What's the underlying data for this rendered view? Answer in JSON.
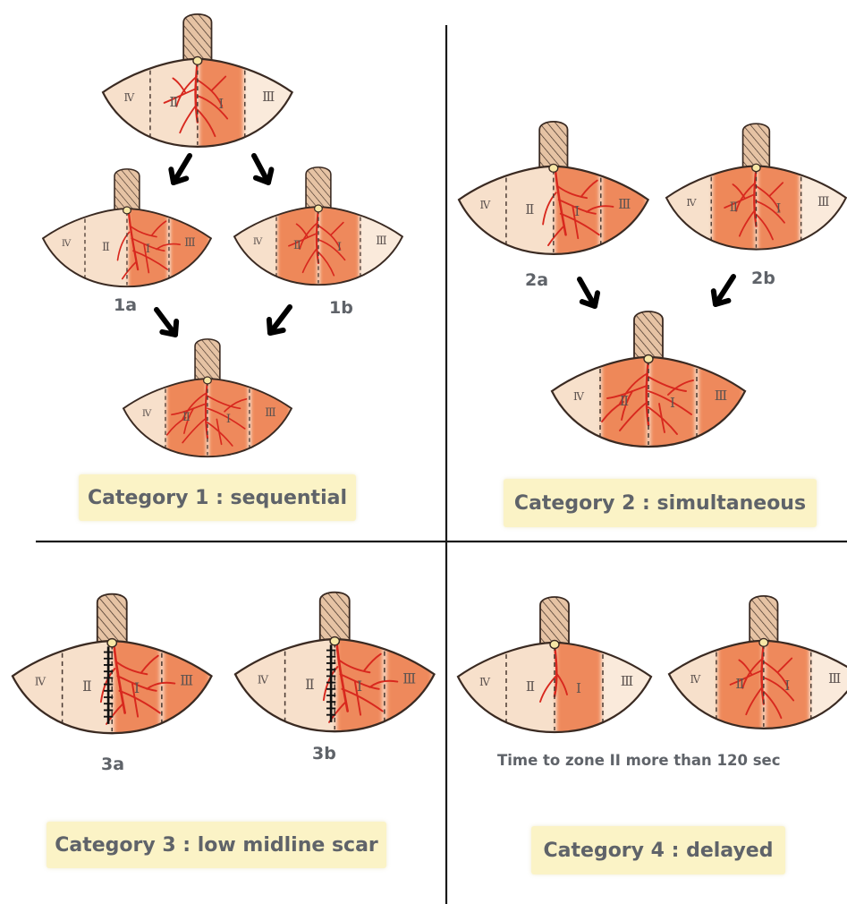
{
  "zone_labels": {
    "z4": "Ⅳ",
    "z2": "Ⅱ",
    "z1": "Ⅰ",
    "z3": "Ⅲ"
  },
  "colors": {
    "skin": "#f6dcc5",
    "skin_light": "#faeadb",
    "perfused": "#ec7440",
    "vessel": "#d8281e",
    "stalk": "#e6c3a4",
    "outline": "#3a2a22",
    "label_text": "#5f6369",
    "category_box": "#fbf3c6",
    "divider": "#1a1a1a",
    "scar": "#111111"
  },
  "panels": [
    {
      "name": "category-1",
      "category_label": "Category 1 : sequential",
      "sub_labels": [
        "1a",
        "1b"
      ],
      "flaps": [
        {
          "id": "top",
          "perfused_zones": [
            "I"
          ],
          "vessels": "center"
        },
        {
          "id": "1a",
          "perfused_zones": [
            "I",
            "III"
          ],
          "vessels": "right"
        },
        {
          "id": "1b",
          "perfused_zones": [
            "I",
            "II"
          ],
          "vessels": "center"
        },
        {
          "id": "bottom",
          "perfused_zones": [
            "I",
            "II",
            "III"
          ],
          "vessels": "wide"
        }
      ]
    },
    {
      "name": "category-2",
      "category_label": "Category 2 : simultaneous",
      "sub_labels": [
        "2a",
        "2b"
      ],
      "flaps": [
        {
          "id": "2a",
          "perfused_zones": [
            "I",
            "III"
          ],
          "vessels": "right"
        },
        {
          "id": "2b",
          "perfused_zones": [
            "I",
            "II"
          ],
          "vessels": "center"
        },
        {
          "id": "bottom",
          "perfused_zones": [
            "I",
            "II",
            "III"
          ],
          "vessels": "wide"
        }
      ]
    },
    {
      "name": "category-3",
      "category_label": "Category 3 : low midline scar",
      "sub_labels": [
        "3a",
        "3b"
      ],
      "flaps": [
        {
          "id": "3a",
          "perfused_zones": [
            "I",
            "III"
          ],
          "vessels": "right",
          "scar": true
        },
        {
          "id": "3b",
          "perfused_zones": [
            "I",
            "III"
          ],
          "vessels": "right",
          "scar": true
        }
      ]
    },
    {
      "name": "category-4",
      "category_label": "Category 4 : delayed",
      "note": "Time to zone II more than 120 sec",
      "flaps": [
        {
          "id": "early",
          "perfused_zones": [
            "I"
          ],
          "vessels": "single"
        },
        {
          "id": "late",
          "perfused_zones": [
            "I",
            "II"
          ],
          "vessels": "center"
        }
      ]
    }
  ]
}
